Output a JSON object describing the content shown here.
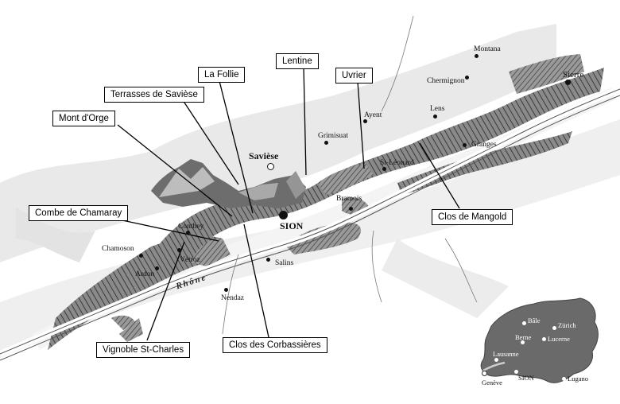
{
  "labels": {
    "la_follie": "La Follie",
    "lentine": "Lentine",
    "uvrier": "Uvrier",
    "terrasses_saviese": "Terrasses de Savièse",
    "mont_orge": "Mont d'Orge",
    "combe_chamaray": "Combe  de Chamaray",
    "clos_mangold": "Clos de Mangold",
    "vignoble_st_charles": "Vignoble St-Charles",
    "clos_corbassieres": "Clos des Corbassières"
  },
  "towns": {
    "montana": "Montana",
    "chermignon": "Chermignon",
    "sierre": "Sierre",
    "lens": "Lens",
    "granges": "Granges",
    "ayent": "Ayent",
    "grimisuat": "Grimisuat",
    "st_leonard": "St-Léonard",
    "saviese": "Savièse",
    "bramois": "Bramois",
    "sion": "SION",
    "conthey": "Conthey",
    "chamoson": "Chamoson",
    "vetroz": "Vétroz",
    "ardon": "Ardon",
    "salins": "Salins",
    "nendaz": "Nendaz"
  },
  "river": "Rhône",
  "inset": {
    "bale": "Bâle",
    "zurich": "Zürich",
    "berne": "Berne",
    "lucerne": "Lucerne",
    "lausanne": "Lausanne",
    "geneve": "Genève",
    "sion": "SION",
    "lugano": "Lugano"
  }
}
